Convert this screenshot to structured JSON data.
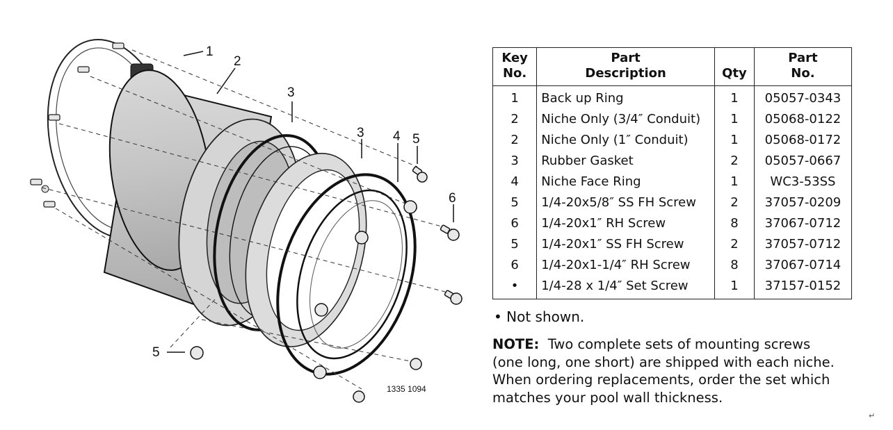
{
  "diagram": {
    "callouts": [
      "1",
      "2",
      "3",
      "3",
      "4",
      "5",
      "6",
      "5"
    ],
    "figure_number": "1335 1094"
  },
  "table": {
    "headers": {
      "key_no": [
        "Key",
        "No."
      ],
      "description": [
        "Part",
        "Description"
      ],
      "qty": [
        "Qty"
      ],
      "part_no": [
        "Part",
        "No."
      ]
    },
    "rows": [
      {
        "key": "1",
        "description": "Back up Ring",
        "qty": "1",
        "part": "05057-0343"
      },
      {
        "key": "2",
        "description": "Niche Only (3/4″ Conduit)",
        "qty": "1",
        "part": "05068-0122"
      },
      {
        "key": "2",
        "description": "Niche Only (1″ Conduit)",
        "qty": "1",
        "part": "05068-0172"
      },
      {
        "key": "3",
        "description": "Rubber Gasket",
        "qty": "2",
        "part": "05057-0667"
      },
      {
        "key": "4",
        "description": "Niche Face Ring",
        "qty": "1",
        "part": "WC3-53SS"
      },
      {
        "key": "5",
        "description": "1/4-20x5/8″  SS FH Screw",
        "qty": "2",
        "part": "37057-0209"
      },
      {
        "key": "6",
        "description": "1/4-20x1″ RH Screw",
        "qty": "8",
        "part": "37067-0712"
      },
      {
        "key": "5",
        "description": "1/4-20x1″ SS FH Screw",
        "qty": "2",
        "part": "37057-0712"
      },
      {
        "key": "6",
        "description": "1/4-20x1-1/4″ RH Screw",
        "qty": "8",
        "part": "37067-0714"
      },
      {
        "key": "•",
        "description": "1/4-28 x 1/4″ Set Screw",
        "qty": "1",
        "part": "37157-0152"
      }
    ]
  },
  "footnote": "• Not shown.",
  "note": {
    "label": "NOTE:",
    "text": "Two complete sets of mounting screws (one long, one short) are shipped with each niche. When ordering replacements, order the set which matches your pool wall thickness."
  },
  "return_mark": "↵"
}
